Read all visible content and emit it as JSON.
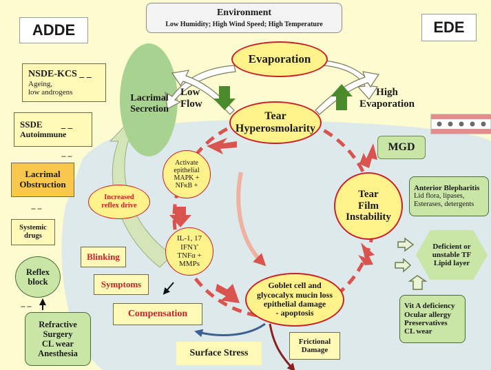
{
  "title_left": "ADDE",
  "title_right": "EDE",
  "environment": {
    "heading": "Environment",
    "detail": "Low Humidity; High Wind Speed;  High Temperature"
  },
  "evaporation": "Evaporation",
  "low_flow": [
    "Low",
    "Flow"
  ],
  "high_evaporation": [
    "High",
    "Evaporation"
  ],
  "lacrimal_secretion": [
    "Lacrimal",
    "Secretion"
  ],
  "tear_hyperosmolarity": [
    "Tear",
    "Hyperosmolarity"
  ],
  "mgd": "MGD",
  "activate_mapk": [
    "Activate",
    "epithelial",
    "MAPK +",
    "NFκB +"
  ],
  "cytokines": [
    "IL-1, 17",
    "IFNϒ",
    "TNFα +",
    "MMPs"
  ],
  "tear_film_instability": [
    "Tear",
    "Film",
    "Instability"
  ],
  "goblet_cell": [
    "Goblet cell and",
    "glycocalyx mucin loss",
    "epithelial damage",
    "- apoptosis"
  ],
  "increased_reflex_drive": [
    "Increased",
    "reflex drive"
  ],
  "blinking": "Blinking",
  "symptoms": "Symptoms",
  "compensation": "Compensation",
  "surface_stress": "Surface Stress",
  "frictional_damage": [
    "Frictional",
    "Damage"
  ],
  "nsde_kcs": {
    "title": "NSDE-KCS",
    "dash": "_ _",
    "lines": [
      "Ageing,",
      "low androgens"
    ]
  },
  "ssde": {
    "title": "SSDE",
    "dash": "_ _",
    "sub": "Autoimmune"
  },
  "dash_a": "_ _",
  "lacrimal_obstruction": [
    "Lacrimal",
    "Obstruction"
  ],
  "dash_b": "_ _",
  "systemic_drugs": [
    "Systemic",
    "drugs"
  ],
  "reflex_block": [
    "Reflex",
    "block"
  ],
  "dash_c": "_ _",
  "refractive": [
    "Refractive",
    "Surgery",
    "CL wear",
    "Anesthesia"
  ],
  "anterior_blepharitis": {
    "title": "Anterior Blepharitis",
    "lines": [
      "Lid flora, lipases,",
      "Esterases, detergents"
    ]
  },
  "deficient_lipid": [
    "Deficient or",
    "unstable TF",
    "Lipid layer"
  ],
  "vit_a": [
    "Vit A deficiency",
    "Ocular allergy",
    "Preservatives",
    "CL wear"
  ],
  "colors": {
    "background": "#fdfbd0",
    "panel": "#dde9ea",
    "yellow": "#fff28a",
    "green_box": "#c9e6a6",
    "red": "#c8202a",
    "green_arrow": "#4a8a2a"
  }
}
